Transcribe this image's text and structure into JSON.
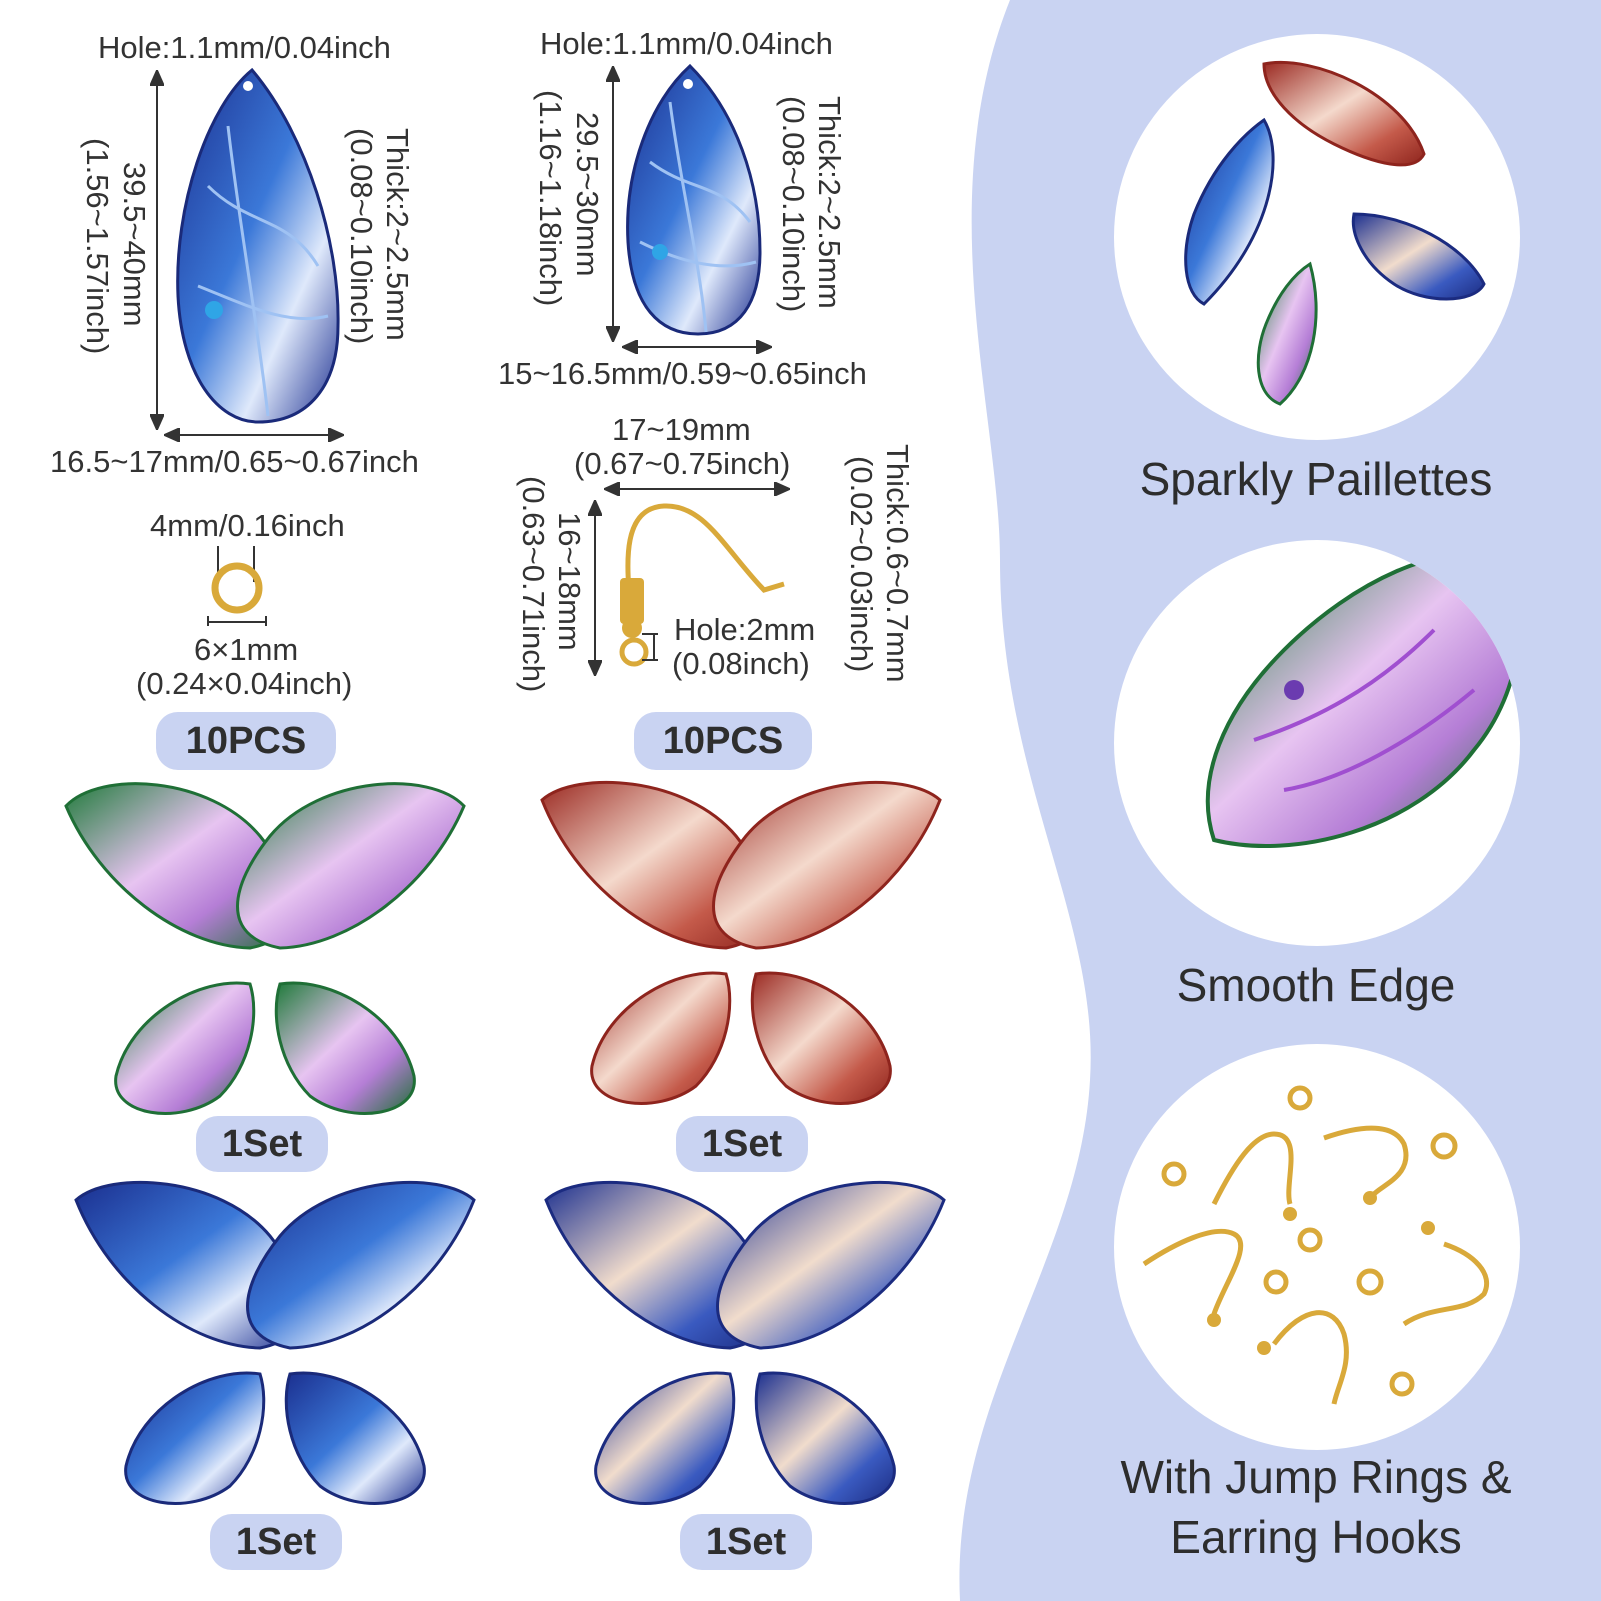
{
  "dims": {
    "large_hole": "Hole:1.1mm/0.04inch",
    "large_height_mm": "39.5~40mm",
    "large_height_in": "(1.56~1.57inch)",
    "large_thick_mm": "Thick:2~2.5mm",
    "large_thick_in": "(0.08~0.10inch)",
    "large_width": "16.5~17mm/0.65~0.67inch",
    "small_hole": "Hole:1.1mm/0.04inch",
    "small_height_mm": "29.5~30mm",
    "small_height_in": "(1.16~1.18inch)",
    "small_thick_mm": "Thick:2~2.5mm",
    "small_thick_in": "(0.08~0.10inch)",
    "small_width": "15~16.5mm/0.59~0.65inch",
    "ring_inner": "4mm/0.16inch",
    "ring_outer_mm": "6×1mm",
    "ring_outer_in": "(0.24×0.04inch)",
    "hook_width_mm": "17~19mm",
    "hook_width_in": "(0.67~0.75inch)",
    "hook_height_mm": "16~18mm",
    "hook_height_in": "(0.63~0.71inch)",
    "hook_hole_mm": "Hole:2mm",
    "hook_hole_in": "(0.08inch)",
    "hook_thick_mm": "Thick:0.6~0.7mm",
    "hook_thick_in": "(0.02~0.03inch)"
  },
  "badges": {
    "rings_qty": "10PCS",
    "hooks_qty": "10PCS",
    "set_green": "1Set",
    "set_red": "1Set",
    "set_blue": "1Set",
    "set_navy": "1Set"
  },
  "features": {
    "f1": "Sparkly Paillettes",
    "f2": "Smooth Edge",
    "f3_line1": "With Jump Rings &",
    "f3_line2": "Earring Hooks"
  },
  "colors": {
    "panel": "#c9d3f2",
    "badge": "#c9d3f2",
    "gold": "#d9a93a",
    "blue": "#1f3d9e",
    "green": "#1f7a3a",
    "purple": "#b57ed6",
    "red": "#9b2a22"
  },
  "icons": [
    "wing-pendant-icon",
    "jump-ring-icon",
    "earring-hook-icon",
    "dimension-arrow-icon"
  ]
}
